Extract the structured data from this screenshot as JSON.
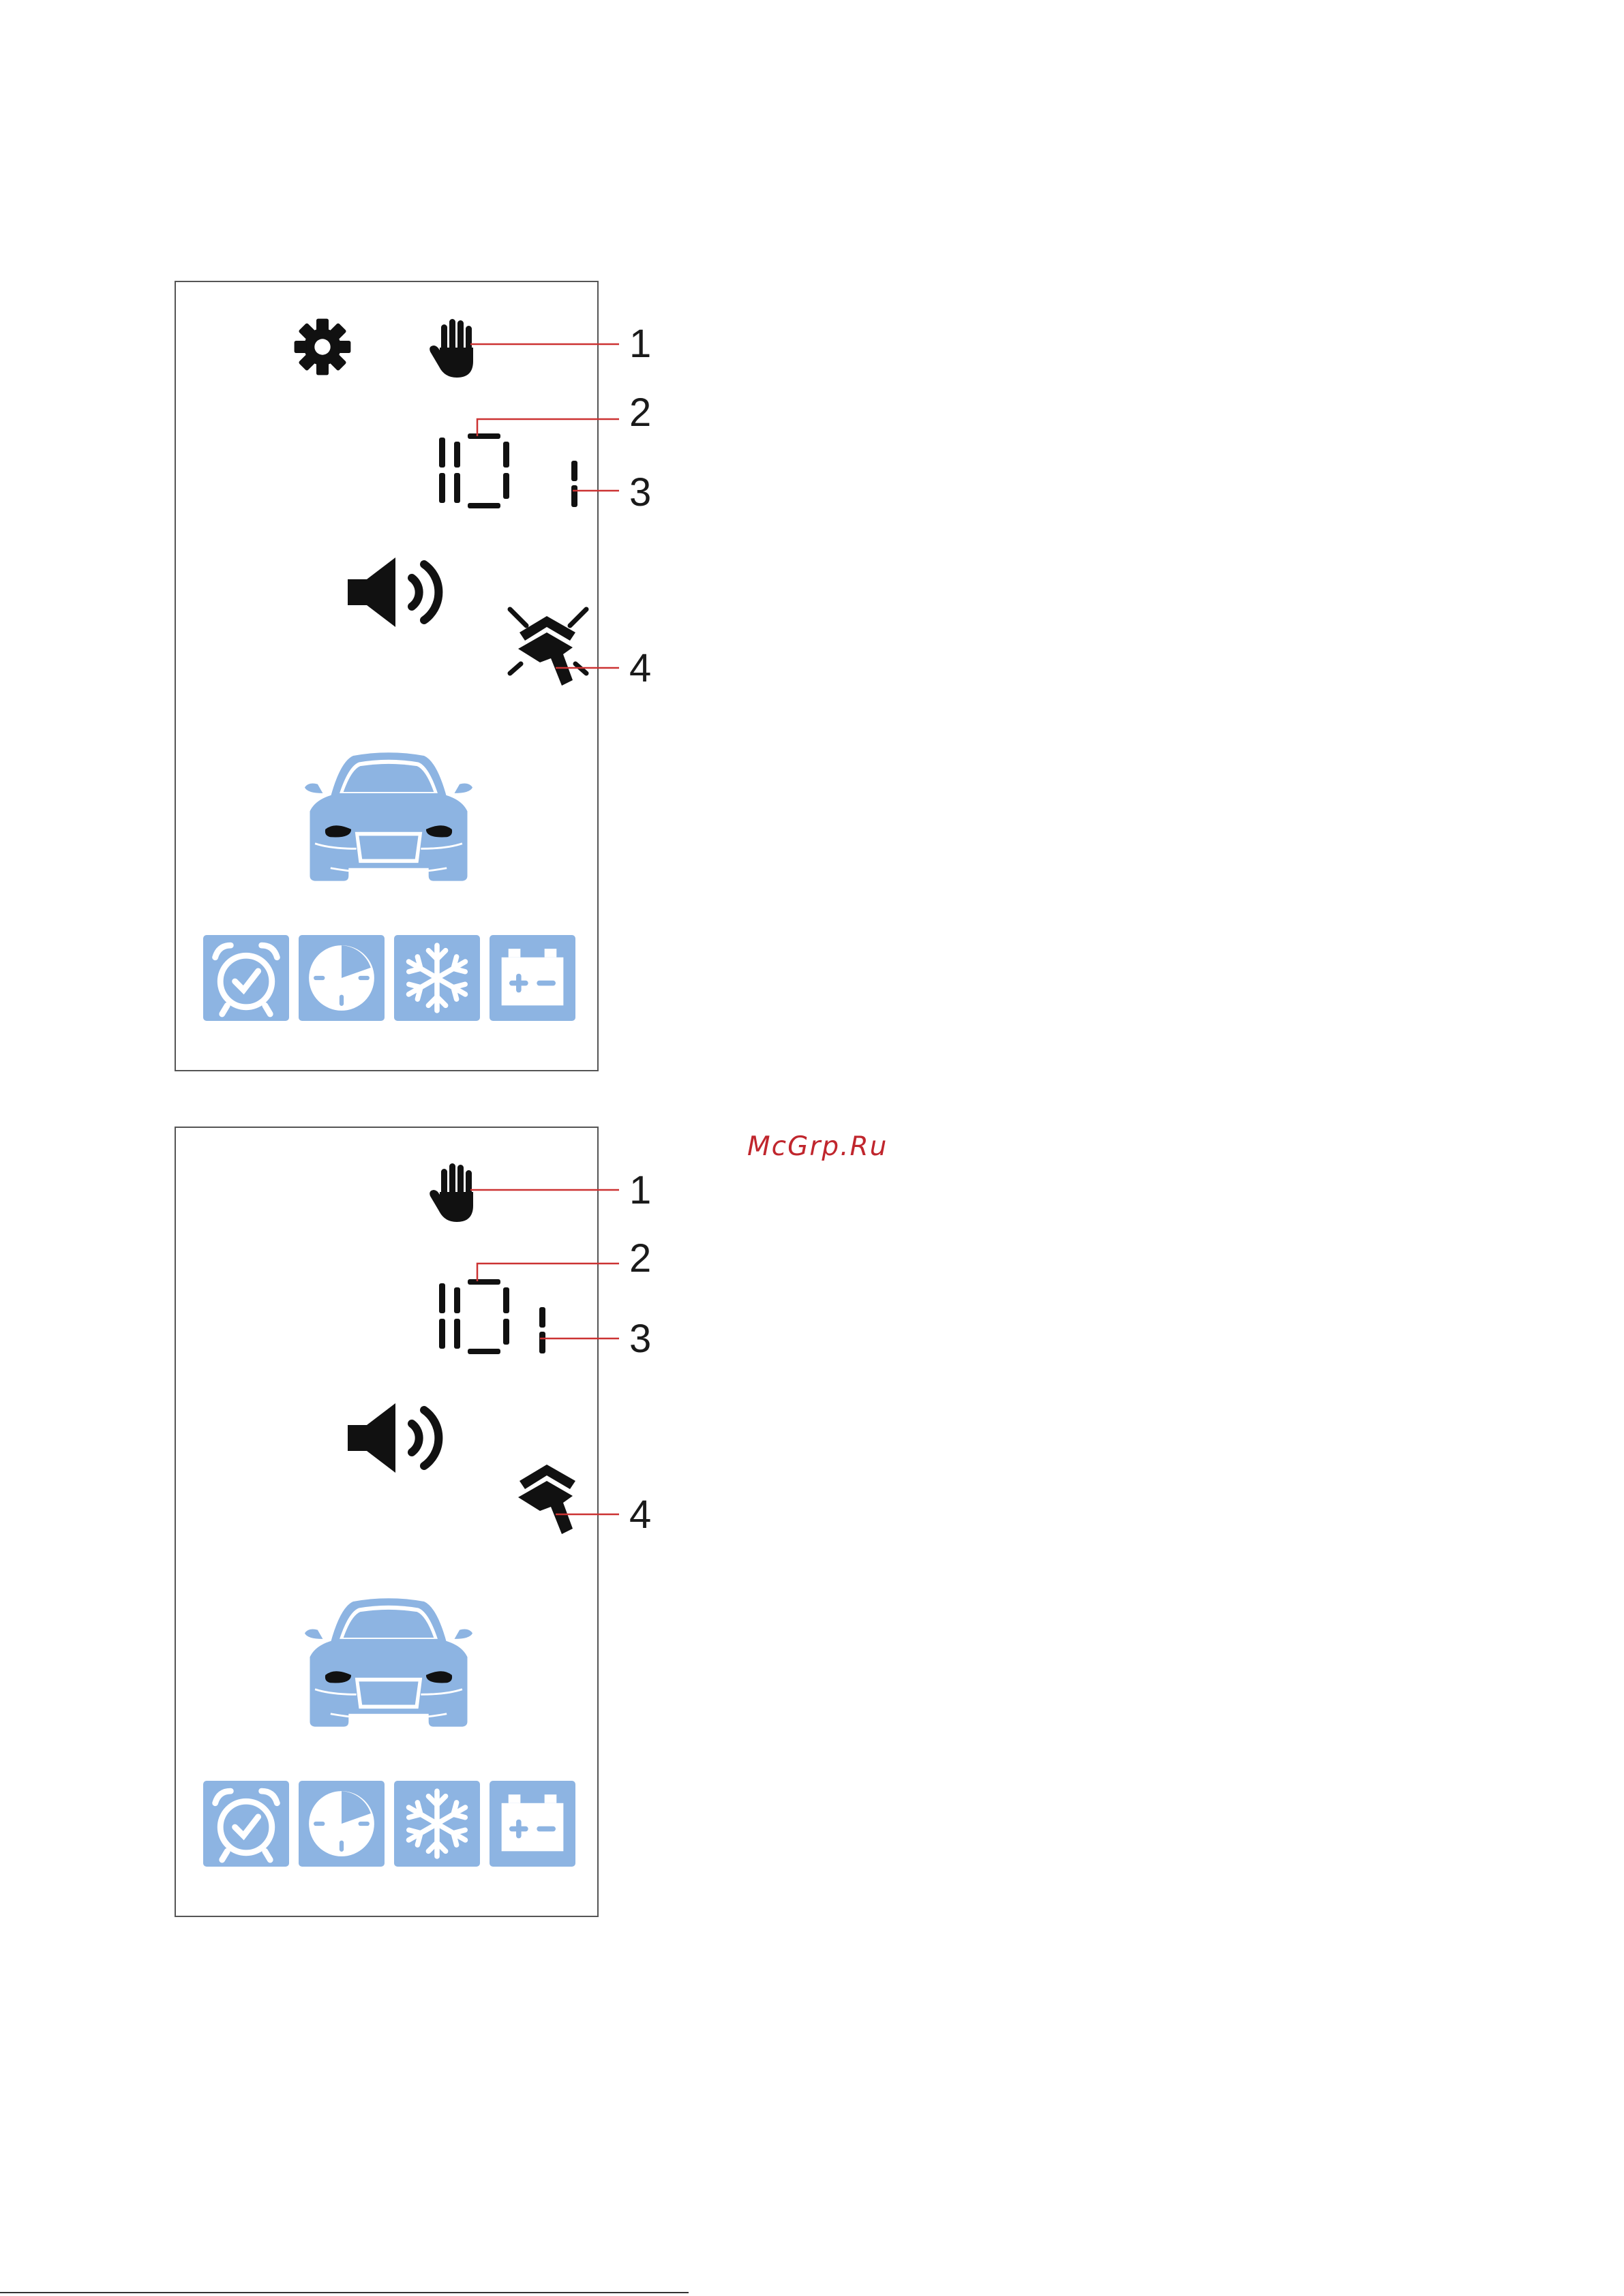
{
  "watermark": "McGrp.Ru",
  "colors": {
    "icon_dark": "#111111",
    "icon_blue": "#8db4e2",
    "callout": "#cc3333"
  },
  "panels": [
    {
      "id": "top",
      "icons": [
        "gear-icon",
        "hand-icon",
        "segment-display",
        "speaker-icon",
        "remote-start-icon-blinking",
        "car-icon",
        "alarm-clock-icon",
        "timer-icon",
        "snowflake-icon",
        "battery-icon"
      ],
      "callouts": [
        "1",
        "2",
        "3",
        "4"
      ]
    },
    {
      "id": "bottom",
      "icons": [
        "hand-icon",
        "segment-display",
        "speaker-icon",
        "remote-start-icon",
        "car-icon",
        "alarm-clock-icon",
        "timer-icon",
        "snowflake-icon",
        "battery-icon"
      ],
      "callouts": [
        "1",
        "2",
        "3",
        "4"
      ]
    }
  ]
}
